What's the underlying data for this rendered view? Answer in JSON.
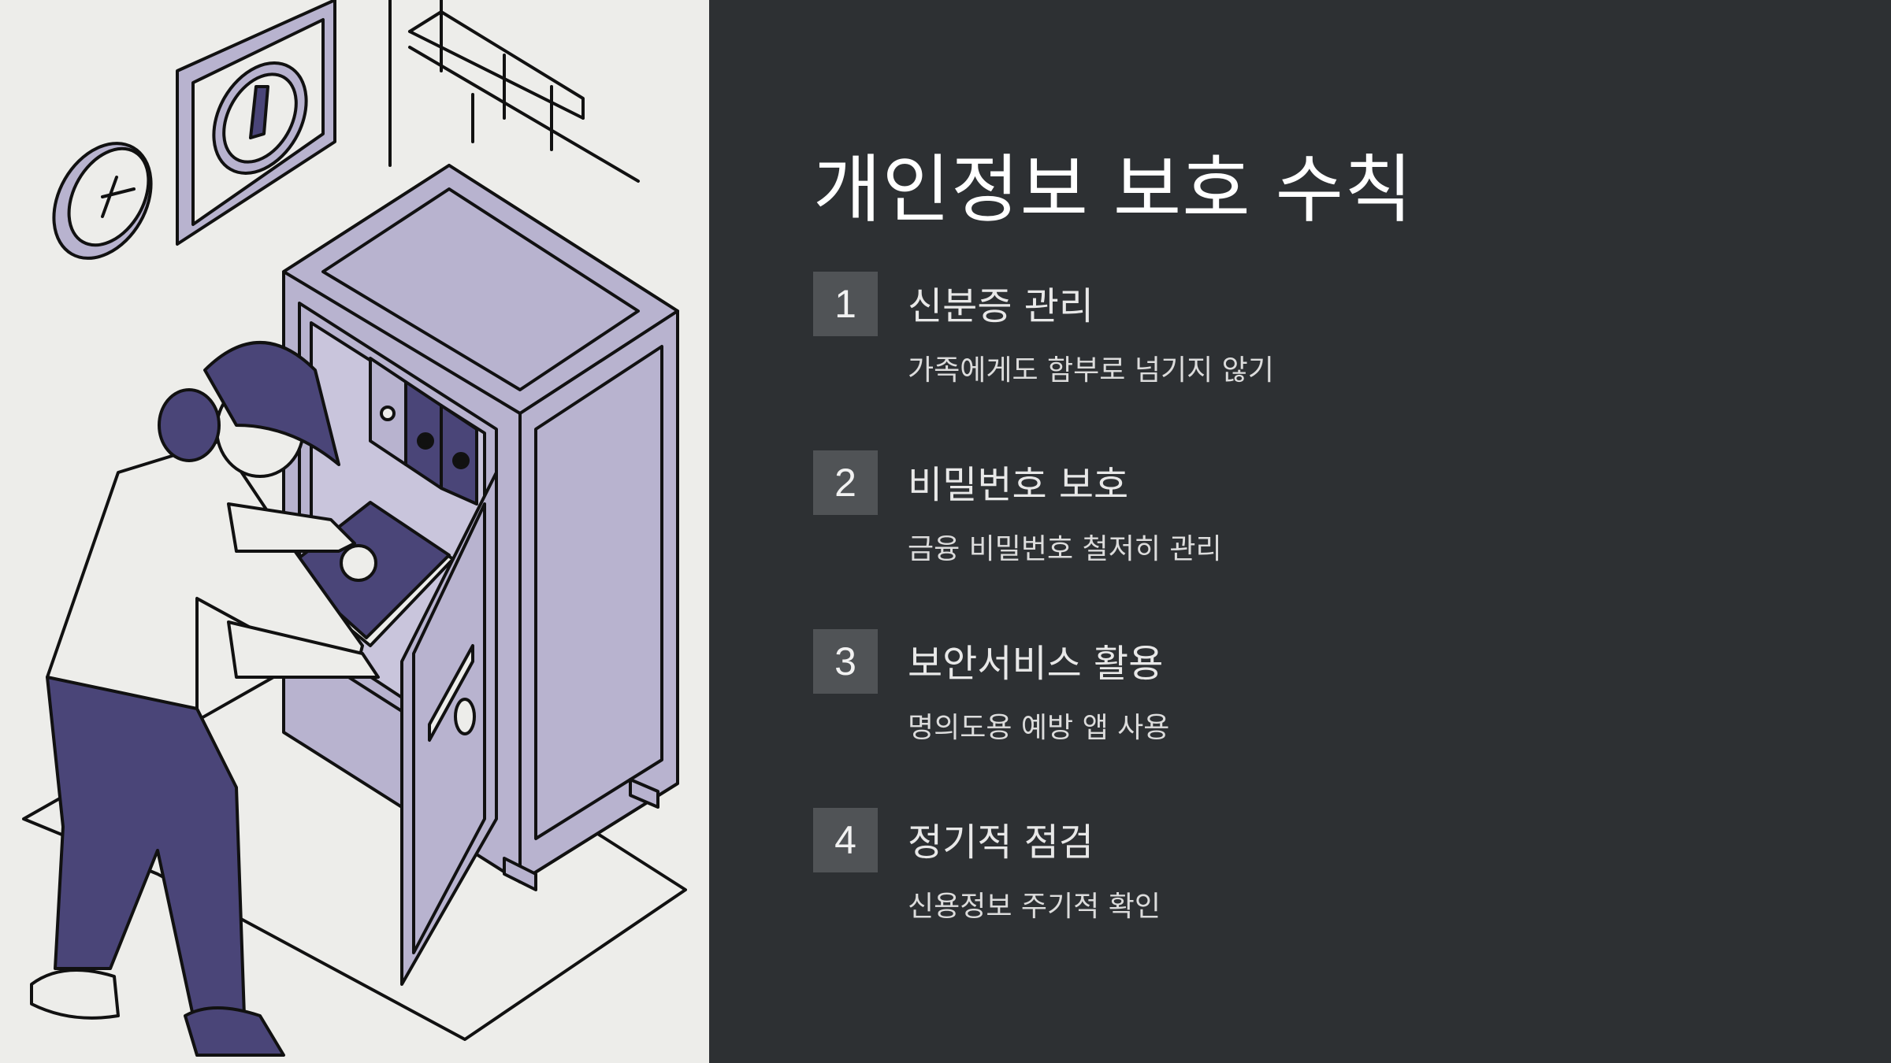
{
  "slide": {
    "title": "개인정보 보호 수칙",
    "items": [
      {
        "number": "1",
        "title": "신분증 관리",
        "description": "가족에게도 함부로 넘기지 않기"
      },
      {
        "number": "2",
        "title": "비밀번호 보호",
        "description": "금융 비밀번호 철저히 관리"
      },
      {
        "number": "3",
        "title": "보안서비스 활용",
        "description": "명의도용 예방 앱 사용"
      },
      {
        "number": "4",
        "title": "정기적 점검",
        "description": "신용정보 주기적 확인"
      }
    ]
  },
  "colors": {
    "background_dark": "#2d3033",
    "illustration_background": "#ededea",
    "number_box": "#505356",
    "illustration_accent_dark": "#4a4578",
    "illustration_accent_light": "#b8b3cf"
  }
}
